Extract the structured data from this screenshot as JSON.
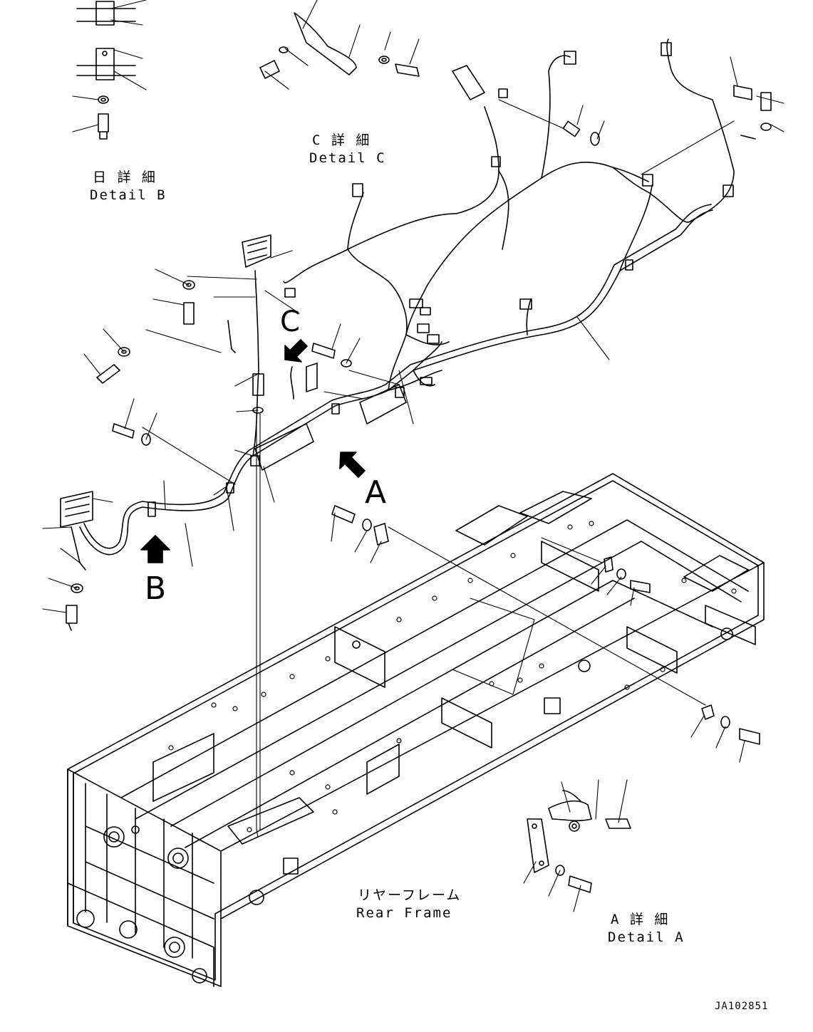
{
  "labels": {
    "detail_b_jp": "日 詳 細",
    "detail_b_en": "Detail B",
    "detail_c_jp": "C 詳 細",
    "detail_c_en": "Detail C",
    "detail_a_jp": "A 詳 細",
    "detail_a_en": "Detail A",
    "rear_frame_jp": "リヤーフレーム",
    "rear_frame_en": "Rear Frame"
  },
  "view_markers": {
    "a": "A",
    "b": "B",
    "c": "C"
  },
  "drawing_code": "JA102851"
}
